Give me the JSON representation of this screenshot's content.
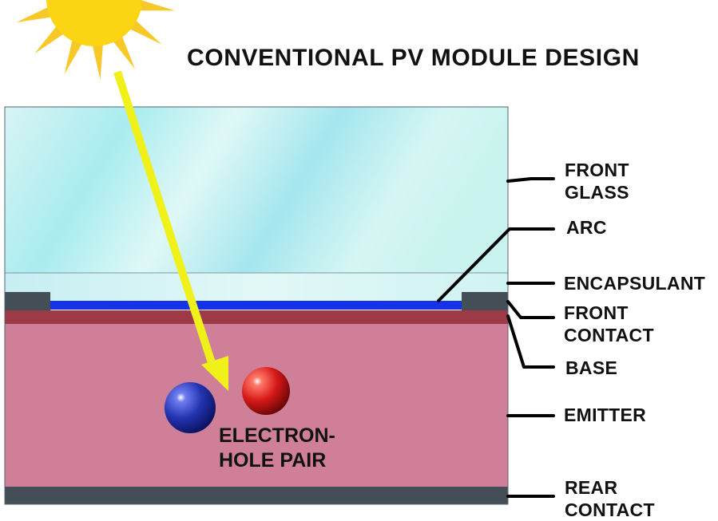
{
  "title": "CONVENTIONAL PV MODULE DESIGN",
  "labels": {
    "front_glass_line1": "FRONT",
    "front_glass_line2": "GLASS",
    "arc": "ARC",
    "encapsulant": "ENCAPSULANT",
    "front_contact_line1": "FRONT",
    "front_contact_line2": "CONTACT",
    "base": "BASE",
    "emitter": "EMITTER",
    "rear_contact_line1": "REAR",
    "rear_contact_line2": "CONTACT",
    "electron_hole_line1": "ELECTRON-",
    "electron_hole_line2": "HOLE PAIR"
  },
  "colors": {
    "sun_rays": "#f7c827",
    "sun_core": "#fbd514",
    "light_arrow": "#f0f01a",
    "glass": "#c9f3f2",
    "encapsulant": "#d7f6f6",
    "arc": "#1432e6",
    "front_contact": "#444e57",
    "base": "#9c3a48",
    "emitter": "#cf8098",
    "rear_contact": "#444e57",
    "electron": "#1e2aa8",
    "hole": "#d01a1a",
    "leader_lines": "#000000"
  }
}
